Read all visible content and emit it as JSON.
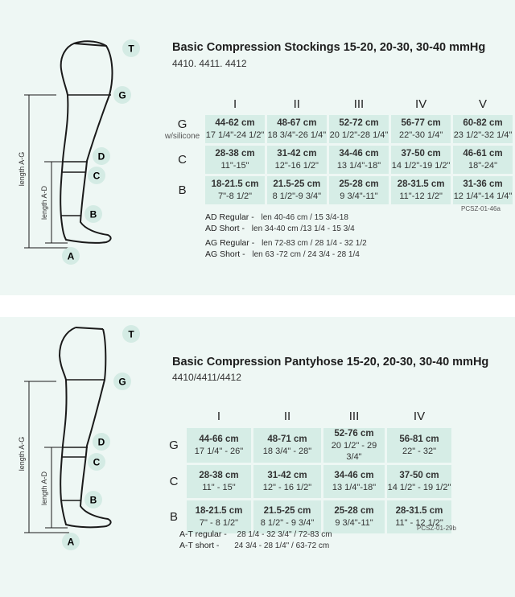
{
  "stockings": {
    "title": "Basic Compression Stockings 15-20, 20-30, 30-40 mmHg",
    "models": "4410. 4411. 4412",
    "columns": [
      "I",
      "II",
      "III",
      "IV",
      "V"
    ],
    "rows": [
      {
        "label": "G",
        "sublabel": "w/silicone",
        "cells": [
          {
            "cm": "44-62 cm",
            "in": "17 1/4\"-24 1/2\""
          },
          {
            "cm": "48-67 cm",
            "in": "18 3/4\"-26 1/4\""
          },
          {
            "cm": "52-72 cm",
            "in": "20 1/2\"-28 1/4\""
          },
          {
            "cm": "56-77 cm",
            "in": "22\"-30 1/4\""
          },
          {
            "cm": "60-82 cm",
            "in": "23 1/2\"-32 1/4\""
          }
        ]
      },
      {
        "label": "C",
        "sublabel": "",
        "cells": [
          {
            "cm": "28-38 cm",
            "in": "11\"-15\""
          },
          {
            "cm": "31-42 cm",
            "in": "12\"-16 1/2\""
          },
          {
            "cm": "34-46 cm",
            "in": "13 1/4\"-18\""
          },
          {
            "cm": "37-50 cm",
            "in": "14 1/2\"-19 1/2\""
          },
          {
            "cm": "46-61 cm",
            "in": "18\"-24\""
          }
        ]
      },
      {
        "label": "B",
        "sublabel": "",
        "cells": [
          {
            "cm": "18-21.5 cm",
            "in": "7\"-8 1/2\""
          },
          {
            "cm": "21.5-25 cm",
            "in": "8 1/2\"-9 3/4\""
          },
          {
            "cm": "25-28 cm",
            "in": "9 3/4\"-11\""
          },
          {
            "cm": "28-31.5 cm",
            "in": "11\"-12 1/2\""
          },
          {
            "cm": "31-36 cm",
            "in": "12 1/4\"-14 1/4\""
          }
        ]
      }
    ],
    "code": "PCSZ-01-46a",
    "notes": [
      {
        "k": "AD Regular -",
        "v": "len 40-46 cm / 15 3/4-18"
      },
      {
        "k": "AD Short -",
        "v": "len 34-40 cm /13 1/4 - 15 3/4"
      },
      {
        "k": "AG Regular -",
        "v": "len 72-83 cm / 28 1/4 - 32 1/2"
      },
      {
        "k": "AG Short -",
        "v": "len 63 -72 cm / 24 3/4 - 28 1/4"
      }
    ],
    "figure": {
      "T": "T",
      "G": "G",
      "D": "D",
      "C": "C",
      "B": "B",
      "A": "A",
      "len_ag": "length A-G",
      "len_ad": "length A-D"
    }
  },
  "pantyhose": {
    "title": "Basic Compression Pantyhose 15-20, 20-30, 30-40 mmHg",
    "models": "4410/4411/4412",
    "columns": [
      "I",
      "II",
      "III",
      "IV"
    ],
    "rows": [
      {
        "label": "G",
        "cells": [
          {
            "cm": "44-66 cm",
            "in": "17 1/4\" - 26\""
          },
          {
            "cm": "48-71 cm",
            "in": "18 3/4\" - 28\""
          },
          {
            "cm": "52-76 cm",
            "in": "20 1/2\" - 29 3/4\""
          },
          {
            "cm": "56-81 cm",
            "in": "22\" - 32\""
          }
        ]
      },
      {
        "label": "C",
        "cells": [
          {
            "cm": "28-38 cm",
            "in": "11\" - 15\""
          },
          {
            "cm": "31-42 cm",
            "in": "12\" - 16 1/2\""
          },
          {
            "cm": "34-46 cm",
            "in": "13 1/4\"-18\""
          },
          {
            "cm": "37-50 cm",
            "in": "14 1/2\" - 19 1/2\""
          }
        ]
      },
      {
        "label": "B",
        "cells": [
          {
            "cm": "18-21.5 cm",
            "in": "7\" - 8 1/2\""
          },
          {
            "cm": "21.5-25 cm",
            "in": "8 1/2\" - 9 3/4\""
          },
          {
            "cm": "25-28 cm",
            "in": "9 3/4\"-11\""
          },
          {
            "cm": "28-31.5 cm",
            "in": "11\" - 12 1/2\""
          }
        ]
      }
    ],
    "code": "PCSZ-01-29b",
    "notes": [
      {
        "k": "A-T regular -",
        "v": "28 1/4 - 32 3/4\" / 72-83 cm"
      },
      {
        "k": "A-T short -",
        "v": "24 3/4 - 28 1/4\" / 63-72 cm"
      }
    ],
    "figure": {
      "T": "T",
      "G": "G",
      "D": "D",
      "C": "C",
      "B": "B",
      "A": "A",
      "len_ag": "length A-G",
      "len_ad": "length A-D"
    }
  },
  "colors": {
    "panel_bg": "#eef7f4",
    "cell_bg": "#d6ede6",
    "badge_bg": "#d4ebe4"
  }
}
